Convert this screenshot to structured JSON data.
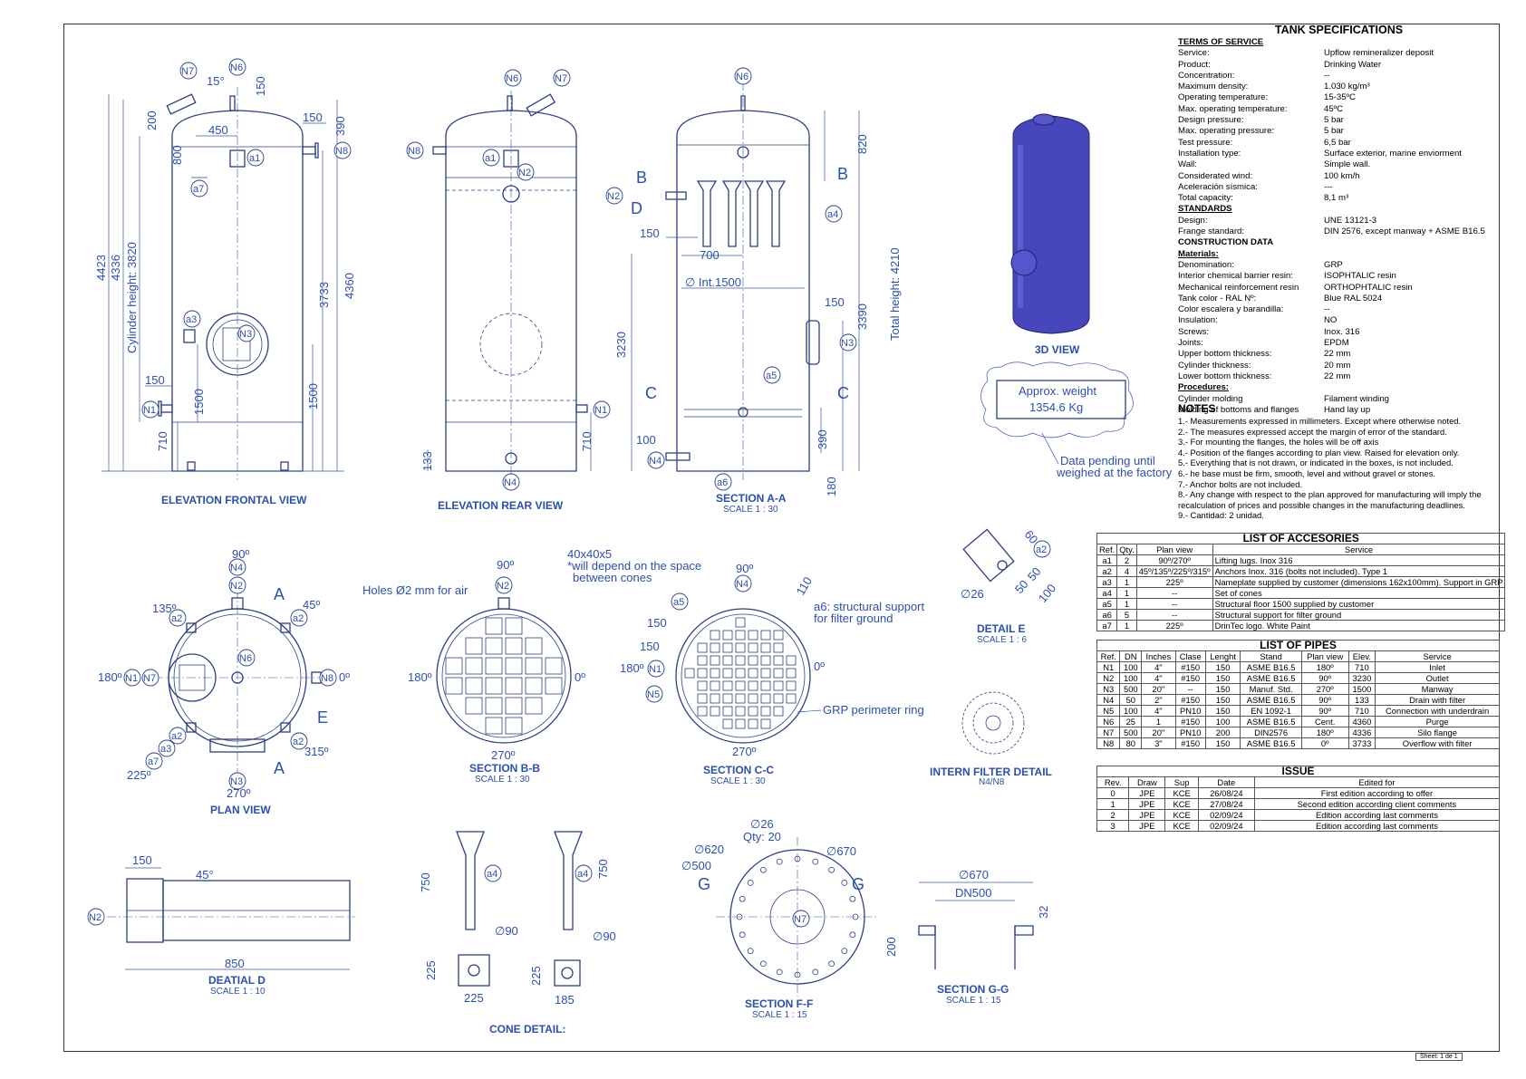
{
  "colors": {
    "line": "#1f3f9e",
    "dim": "#2a4fb0",
    "tank3d": "#4444bb"
  },
  "spec": {
    "title": "TANK SPECIFICATIONS",
    "terms_title": "TERMS OF SERVICE",
    "terms": [
      {
        "k": "Service:",
        "v": "Upflow remineralizer deposit"
      },
      {
        "k": "Product:",
        "v": "Drinking Water"
      },
      {
        "k": "Concentration:",
        "v": "--"
      },
      {
        "k": "Maximum density:",
        "v": "1.030 kg/m³"
      },
      {
        "k": "Operating temperature:",
        "v": "15-35ºC"
      },
      {
        "k": "Max. operating temperature:",
        "v": "45ºC"
      },
      {
        "k": "Design pressure:",
        "v": "5 bar"
      },
      {
        "k": "Max. operating pressure:",
        "v": "5 bar"
      },
      {
        "k": "Test pressure:",
        "v": "6,5 bar"
      },
      {
        "k": "Installation type:",
        "v": "Surface exterior, marine enviorment"
      },
      {
        "k": "Wall:",
        "v": "Simple wall."
      },
      {
        "k": "Considerated wind:",
        "v": "100 km/h"
      },
      {
        "k": "Aceleración sísmica:",
        "v": "---"
      },
      {
        "k": "Total capacity:",
        "v": "8,1 m³"
      }
    ],
    "standards_title": "STANDARDS",
    "standards": [
      {
        "k": "Design:",
        "v": "UNE 13121-3"
      },
      {
        "k": "Frange standard:",
        "v": "DIN 2576, except manway + ASME B16.5"
      }
    ],
    "construction_title": "CONSTRUCTION DATA",
    "materials_title": "Materials:",
    "materials": [
      {
        "k": "Denomination:",
        "v": "GRP"
      },
      {
        "k": "Interior chemical barrier resin:",
        "v": "ISOPHTALIC resin"
      },
      {
        "k": "Mechanical reinforcement resin",
        "v": "ORTHOPHTALIC resin"
      },
      {
        "k": "Tank color - RAL Nº:",
        "v": "Blue RAL 5024"
      },
      {
        "k": "Color escalera y barandilla:",
        "v": "--"
      },
      {
        "k": "Insulation:",
        "v": "NO"
      },
      {
        "k": "Screws:",
        "v": "Inox. 316"
      },
      {
        "k": "Joints:",
        "v": "EPDM"
      },
      {
        "k": "Upper bottom thickness:",
        "v": "22 mm"
      },
      {
        "k": "Cylinder thickness:",
        "v": "20 mm"
      },
      {
        "k": "Lower bottom thickness:",
        "v": "22 mm"
      }
    ],
    "procedures_title": "Procedures:",
    "procedures": [
      {
        "k": "Cylinder molding",
        "v": "Filament winding"
      },
      {
        "k": "Molding of bottoms and flanges",
        "v": "Hand lay up"
      }
    ]
  },
  "notes": {
    "title": "NOTES",
    "items": [
      "1.- Measurements expressed in millimeters. Except where otherwise noted.",
      "2.- The measures expressed accept the margin of error of the standard.",
      "3.- For mounting the flanges, the holes will be off axis",
      "4.- Position of the flanges according to plan view. Raised for elevation only.",
      "5.- Everything that is not drawn, or indicated in the boxes, is not included.",
      "6.- he base must be firm, smooth, level and without gravel or stones.",
      "7.- Anchor bolts are not included.",
      "8.- Any change with respect to the plan approved for manufacturing will imply the recalculation of prices and possible changes in the manufacturing deadlines.",
      "9.- Cantidad: 2 unidad."
    ]
  },
  "accessories": {
    "title": "LIST OF ACCESORIES",
    "headers": [
      "Ref.",
      "Qty.",
      "Plan view",
      "Service"
    ],
    "rows": [
      [
        "a1",
        "2",
        "90º/270º",
        "Lifting lugs. Inox 316"
      ],
      [
        "a2",
        "4",
        "45º/135º/225º/315º",
        "Anchors Inox. 316 (bolts not included). Type 1"
      ],
      [
        "a3",
        "1",
        "225º",
        "Nameplate supplied by customer (dimensions 162x100mm). Support in GRP"
      ],
      [
        "a4",
        "1",
        "--",
        "Set of cones"
      ],
      [
        "a5",
        "1",
        "--",
        "Structural floor 1500 supplied by customer"
      ],
      [
        "a6",
        "5",
        "--",
        "Structural support for filter ground"
      ],
      [
        "a7",
        "1",
        "225º",
        "DrinTec logo. White Paint"
      ]
    ]
  },
  "pipes": {
    "title": "LIST OF PIPES",
    "headers": [
      "Ref.",
      "DN",
      "Inches",
      "Clase",
      "Lenght",
      "Stand",
      "Plan view",
      "Elev.",
      "Service"
    ],
    "rows": [
      [
        "N1",
        "100",
        "4\"",
        "#150",
        "150",
        "ASME B16.5",
        "180º",
        "710",
        "Inlet"
      ],
      [
        "N2",
        "100",
        "4\"",
        "#150",
        "150",
        "ASME B16.5",
        "90º",
        "3230",
        "Outlet"
      ],
      [
        "N3",
        "500",
        "20\"",
        "--",
        "150",
        "Manuf. Std.",
        "270º",
        "1500",
        "Manway"
      ],
      [
        "N4",
        "50",
        "2\"",
        "#150",
        "150",
        "ASME B16.5",
        "90º",
        "133",
        "Drain with filter"
      ],
      [
        "N5",
        "100",
        "4\"",
        "PN10",
        "150",
        "EN 1092-1",
        "90º",
        "710",
        "Connection with underdrain"
      ],
      [
        "N6",
        "25",
        "1",
        "#150",
        "100",
        "ASME B16.5",
        "Cent.",
        "4360",
        "Purge"
      ],
      [
        "N7",
        "500",
        "20\"",
        "PN10",
        "200",
        "DIN2576",
        "180º",
        "4336",
        "Silo flange"
      ],
      [
        "N8",
        "80",
        "3\"",
        "#150",
        "150",
        "ASME B16.5",
        "0º",
        "3733",
        "Overflow with filter"
      ]
    ]
  },
  "issue": {
    "title": "ISSUE",
    "headers": [
      "Rev.",
      "Draw",
      "Sup",
      "Date",
      "Edited for"
    ],
    "rows": [
      [
        "0",
        "JPE",
        "KCE",
        "26/08/24",
        "First edition according to offer"
      ],
      [
        "1",
        "JPE",
        "KCE",
        "27/08/24",
        "Second edition according client comments"
      ],
      [
        "2",
        "JPE",
        "KCE",
        "02/09/24",
        "Edition according last comments"
      ],
      [
        "3",
        "JPE",
        "KCE",
        "02/09/24",
        "Edition according last comments"
      ]
    ]
  },
  "views": {
    "elev_front": "ELEVATION FRONTAL VIEW",
    "elev_rear": "ELEVATION REAR VIEW",
    "section_aa": "SECTION A-A",
    "section_bb": "SECTION B-B",
    "section_cc": "SECTION C-C",
    "section_ff": "SECTION F-F",
    "section_gg": "SECTION G-G",
    "plan": "PLAN VIEW",
    "detail_d": "DEATIAL D",
    "detail_e": "DETAIL E",
    "cone": "CONE DETAIL:",
    "filter": "INTERN FILTER DETAIL",
    "filter_sub": "N4/N8",
    "view3d": "3D VIEW",
    "scale_30": "SCALE 1 : 30",
    "scale_10": "SCALE 1 : 10",
    "scale_6": "SCALE 1 : 6",
    "scale_15": "SCALE 1 : 15"
  },
  "weight": {
    "line1": "Approx. weight",
    "line2": "1354.6 Kg",
    "pending1": "Data pending until",
    "pending2": "weighed at the factory"
  },
  "dims": {
    "d4423": "4423",
    "d4336": "4336",
    "cyl_height": "Cylinder height: 3820",
    "d3733": "3733",
    "d4360": "4360",
    "d1500": "1500",
    "d710": "710",
    "d150": "150",
    "d450": "450",
    "d200": "200",
    "d800": "800",
    "d390": "390",
    "d15deg": "15°",
    "d133": "133",
    "d3230": "3230",
    "d820": "820",
    "d3390": "3390",
    "total_height": "Total height: 4210",
    "int1500": "∅ Int.1500",
    "d700": "700",
    "d100": "100",
    "d180": "180",
    "d60": "60",
    "d50": "50",
    "d26": "∅26",
    "holes_air": "Holes Ø2 mm for air",
    "angle_note1": "40x40x5",
    "angle_note2": "*will depend on the space",
    "angle_note3": "between cones",
    "a6_note1": "a6: structural support",
    "a6_note2": "for filter ground",
    "grp_ring": "GRP perimeter ring",
    "d110": "110",
    "d850": "850",
    "d45deg": "45°",
    "d750": "750",
    "d90": "∅90",
    "d225": "225",
    "d185": "185",
    "d26q": "∅26",
    "qty20": "Qty: 20",
    "d620": "∅620",
    "d500": "∅500",
    "d670": "∅670",
    "dn500": "DN500",
    "d32": "32",
    "deg90": "90º",
    "deg0": "0º",
    "deg180": "180º",
    "deg270": "270º",
    "deg45": "45º",
    "deg135": "135º",
    "deg225": "225º",
    "deg315": "315º"
  },
  "sheet": "Sheet:      1 de 1"
}
